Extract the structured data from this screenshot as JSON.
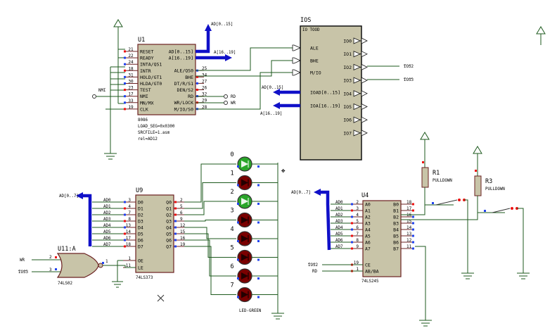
{
  "u1": {
    "ref": "U1",
    "part": "8086",
    "props": [
      "LOAD_SEG=0x0300",
      "SRCFILE=1.asm",
      "rel=AD12"
    ],
    "left_pins": [
      {
        "label": "RESET",
        "num": "21"
      },
      {
        "label": "READY",
        "num": "22"
      },
      {
        "label": "INTA/QS1",
        "num": "24"
      },
      {
        "label": "INTR",
        "num": "18"
      },
      {
        "label": "HOLD/GT1",
        "num": "31"
      },
      {
        "label": "HLDA/GT0",
        "num": "30"
      },
      {
        "label": "TEST",
        "num": "23"
      },
      {
        "label": "NMI",
        "num": "17"
      },
      {
        "label": "MN/MX",
        "num": "33"
      },
      {
        "label": "CLK",
        "num": "19"
      }
    ],
    "right_pins": [
      {
        "label": "AD[0..15]",
        "num": ""
      },
      {
        "label": "A[16..19]",
        "num": ""
      },
      {
        "label": "ALE/QS0",
        "num": "25"
      },
      {
        "label": "BHE",
        "num": "34"
      },
      {
        "label": "DT/R/S1",
        "num": "27"
      },
      {
        "label": "DEN/S2",
        "num": "26"
      },
      {
        "label": "RD",
        "num": "32"
      },
      {
        "label": "WR/LOCK",
        "num": "29"
      },
      {
        "label": "M/IO/S0",
        "num": "28"
      }
    ]
  },
  "ios": {
    "ref": "IOS",
    "part": "IO TOOD",
    "left_pins": [
      "ALE",
      "BHE",
      "M/IO",
      "IOAD[0..15]",
      "IOA[16..19]"
    ],
    "right_pins": [
      "IO0",
      "IO1",
      "IO2",
      "IO3",
      "IO4",
      "IO5",
      "IO6",
      "IO7"
    ]
  },
  "u9": {
    "ref": "U9",
    "part": "74LS373",
    "d_pins": [
      {
        "label": "D0",
        "num": "3",
        "net": "AD0"
      },
      {
        "label": "D1",
        "num": "4",
        "net": "AD1"
      },
      {
        "label": "D2",
        "num": "7",
        "net": "AD2"
      },
      {
        "label": "D3",
        "num": "8",
        "net": "AD3"
      },
      {
        "label": "D4",
        "num": "13",
        "net": "AD4"
      },
      {
        "label": "D5",
        "num": "14",
        "net": "AD5"
      },
      {
        "label": "D6",
        "num": "17",
        "net": "AD6"
      },
      {
        "label": "D7",
        "num": "18",
        "net": "AD7"
      }
    ],
    "q_pins": [
      {
        "label": "Q0",
        "num": "2"
      },
      {
        "label": "Q1",
        "num": "5"
      },
      {
        "label": "Q2",
        "num": "6"
      },
      {
        "label": "Q3",
        "num": "9"
      },
      {
        "label": "Q4",
        "num": "12"
      },
      {
        "label": "Q5",
        "num": "15"
      },
      {
        "label": "Q6",
        "num": "16"
      },
      {
        "label": "Q7",
        "num": "19"
      }
    ],
    "ctrl_pins": [
      {
        "label": "OE",
        "num": "1"
      },
      {
        "label": "LE",
        "num": "11"
      }
    ]
  },
  "u4": {
    "ref": "U4",
    "part": "74LS245",
    "a_pins": [
      {
        "label": "A0",
        "num": "2",
        "net": "AD0"
      },
      {
        "label": "A1",
        "num": "3",
        "net": "AD1"
      },
      {
        "label": "A2",
        "num": "4",
        "net": "AD2"
      },
      {
        "label": "A3",
        "num": "5",
        "net": "AD3"
      },
      {
        "label": "A4",
        "num": "6",
        "net": "AD4"
      },
      {
        "label": "A5",
        "num": "7",
        "net": "AD5"
      },
      {
        "label": "A6",
        "num": "8",
        "net": "AD6"
      },
      {
        "label": "A7",
        "num": "9",
        "net": "AD7"
      }
    ],
    "b_pins": [
      {
        "label": "B0",
        "num": "18"
      },
      {
        "label": "B1",
        "num": "17"
      },
      {
        "label": "B2",
        "num": "16"
      },
      {
        "label": "B3",
        "num": "15"
      },
      {
        "label": "B4",
        "num": "14"
      },
      {
        "label": "B5",
        "num": "13"
      },
      {
        "label": "B6",
        "num": "12"
      },
      {
        "label": "B7",
        "num": "11"
      }
    ],
    "ctrl_pins": [
      {
        "label": "CE",
        "num": "19",
        "net": "IOS2"
      },
      {
        "label": "AB/BA",
        "num": "1",
        "net": "RD"
      }
    ]
  },
  "u11": {
    "ref": "U11:A",
    "part": "74LS02",
    "in1": "WR",
    "in2": "IOS3",
    "pin1": "2",
    "pin2": "3",
    "pin_out": "1"
  },
  "leds": {
    "labels": [
      "0",
      "1",
      "2",
      "3",
      "4",
      "5",
      "6",
      "7"
    ],
    "states": [
      "on",
      "off",
      "on",
      "off",
      "off",
      "off",
      "off",
      "off"
    ],
    "part": "LED-GREEN",
    "color_on": "#2aa52a",
    "color_off": "#7a0000"
  },
  "resistors": [
    {
      "ref": "R1",
      "value": "PULLDOWN"
    },
    {
      "ref": "R3",
      "value": "PULLDOWN"
    }
  ],
  "nets": {
    "ad_bus": "AD[0..15]",
    "a_bus": "A[16..19]",
    "ad_bus_2": "AD[0..15]",
    "a_bus_2": "A[16..19]",
    "ad_low_u9": "AD[0..7]",
    "ad_low_u4": "AD[0..7]",
    "ios2": "IOS2",
    "ios3": "IOS3",
    "rd": "RD",
    "wr": "WR",
    "nmi": "NMI",
    "wr_in": "WR",
    "ios3_in": "IOS3",
    "ios2_in": "IOS2",
    "rd_in": "RD"
  }
}
